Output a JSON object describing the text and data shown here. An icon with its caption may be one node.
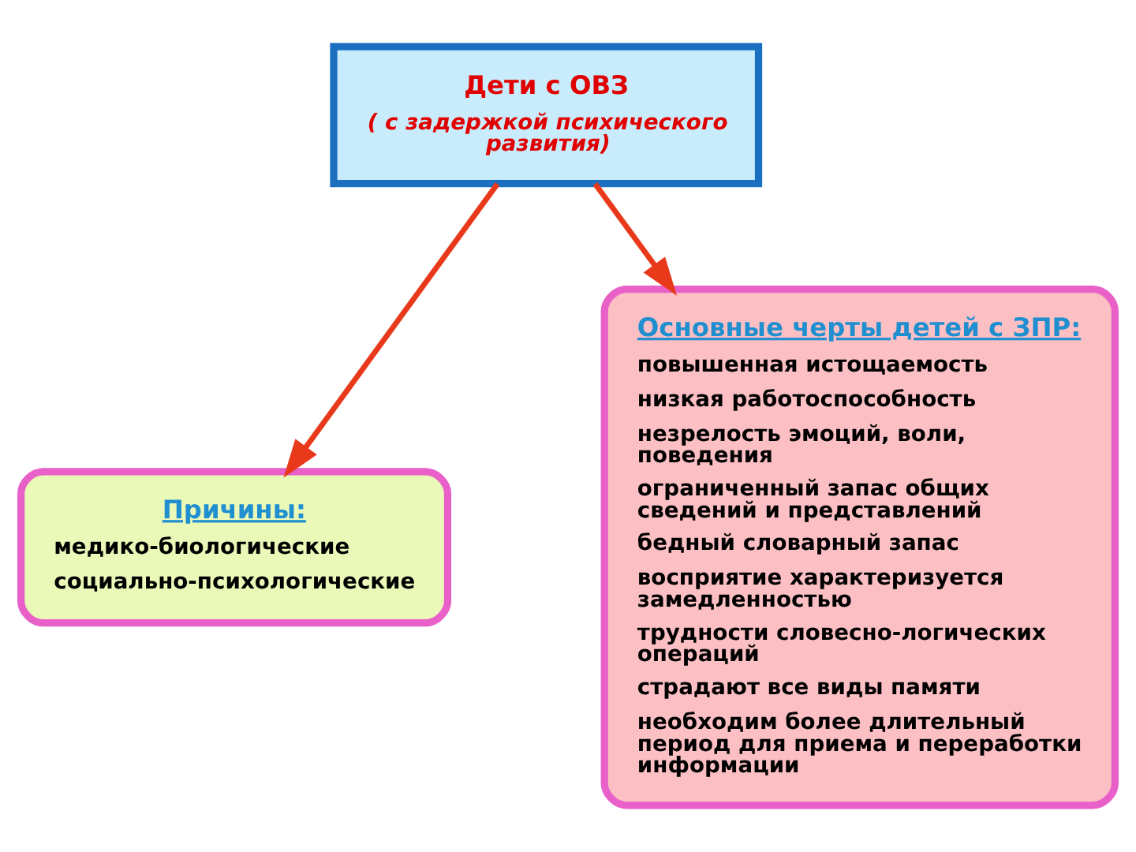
{
  "diagram": {
    "nodes": [
      {
        "text": [
          "Дети с ОВЗ",
          "( с задержкой психического развития)"
        ]
      },
      {
        "text": [
          "Причины:",
          "медико-биологические",
          "социально-психологические"
        ]
      },
      {
        "text": [
          "Основные черты детей с ЗПР:",
          "повышенная истощаемость",
          "низкая работоспособность",
          "незрелость эмоций, воли, поведения",
          "ограниченный запас общих сведений и представлений",
          "бедный словарный запас",
          "восприятие характеризуется замедленностью",
          "трудности словесно-логических операций",
          "страдают все виды памяти",
          "необходим более длительный период для приема и переработки информации"
        ]
      }
    ],
    "edges": [
      {
        "from": 0,
        "to": 1,
        "arrow": "to"
      },
      {
        "from": 0,
        "to": 2,
        "arrow": "to"
      }
    ]
  }
}
